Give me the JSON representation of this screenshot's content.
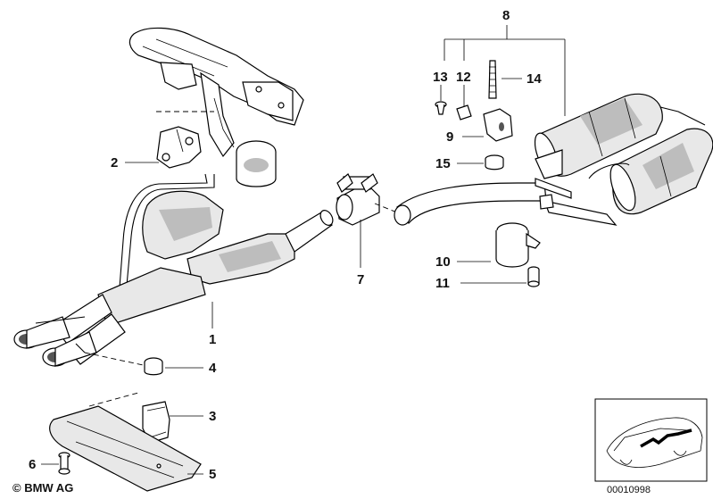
{
  "labels": {
    "p1": "1",
    "p2": "2",
    "p3": "3",
    "p4": "4",
    "p5": "5",
    "p6": "6",
    "p7": "7",
    "p8": "8",
    "p9": "9",
    "p10": "10",
    "p11": "11",
    "p12": "12",
    "p13": "13",
    "p14": "14",
    "p15": "15"
  },
  "copyright": "© BMW AG",
  "diagram_number": "00010998"
}
